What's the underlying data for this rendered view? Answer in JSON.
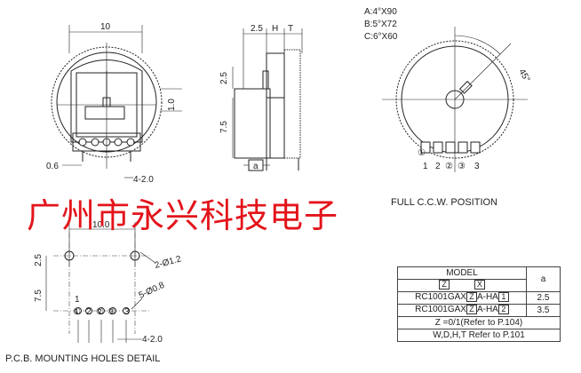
{
  "top_left_view": {
    "width_dim": "10",
    "left_dim": "0.6",
    "pin_dim": "4-2.0"
  },
  "side_view": {
    "dim_a": "2.5",
    "dim_h": "H",
    "dim_t": "T",
    "dim_2_5": "2.5",
    "dim_1_0": "1.0",
    "dim_7_5": "7.5",
    "dim_box": "a"
  },
  "knob_view": {
    "specs": [
      "A:4°X90",
      "B:5°X72",
      "C:6°X60"
    ],
    "angle": "45°",
    "pins": [
      "①",
      "1",
      "2",
      "②",
      "③",
      "3"
    ],
    "caption": "FULL C.C.W. POSITION"
  },
  "watermark": "广州市永兴科技电子",
  "pcb": {
    "dim_10": "10.0",
    "dim_2_5": "2.5",
    "dim_7_5": "7.5",
    "hole_large": "2-Ø1.2",
    "hole_small": "5-Ø0.8",
    "pin_spacing": "4-2.0",
    "pins_top": [
      "1"
    ],
    "pins_bottom": [
      "①",
      "2",
      "②",
      "③",
      "3"
    ],
    "caption": "P.C.B. MOUNTING HOLES DETAIL"
  },
  "model_table": {
    "header_model": "MODEL",
    "header_a": "a",
    "box_z": "Z",
    "box_x": "X",
    "row1_model": "RC1001GAX",
    "row1_box_z": "Z",
    "row1_suffix": "A-HA",
    "row1_box_n": "1",
    "row1_a": "2.5",
    "row2_model": "RC1001GAX",
    "row2_box_z": "Z",
    "row2_suffix": "A-HA",
    "row2_box_n": "2",
    "row2_a": "3.5",
    "note1": "Z =0/1(Refer to P.104)",
    "note2": "W,D,H,T Refer to P.101"
  }
}
